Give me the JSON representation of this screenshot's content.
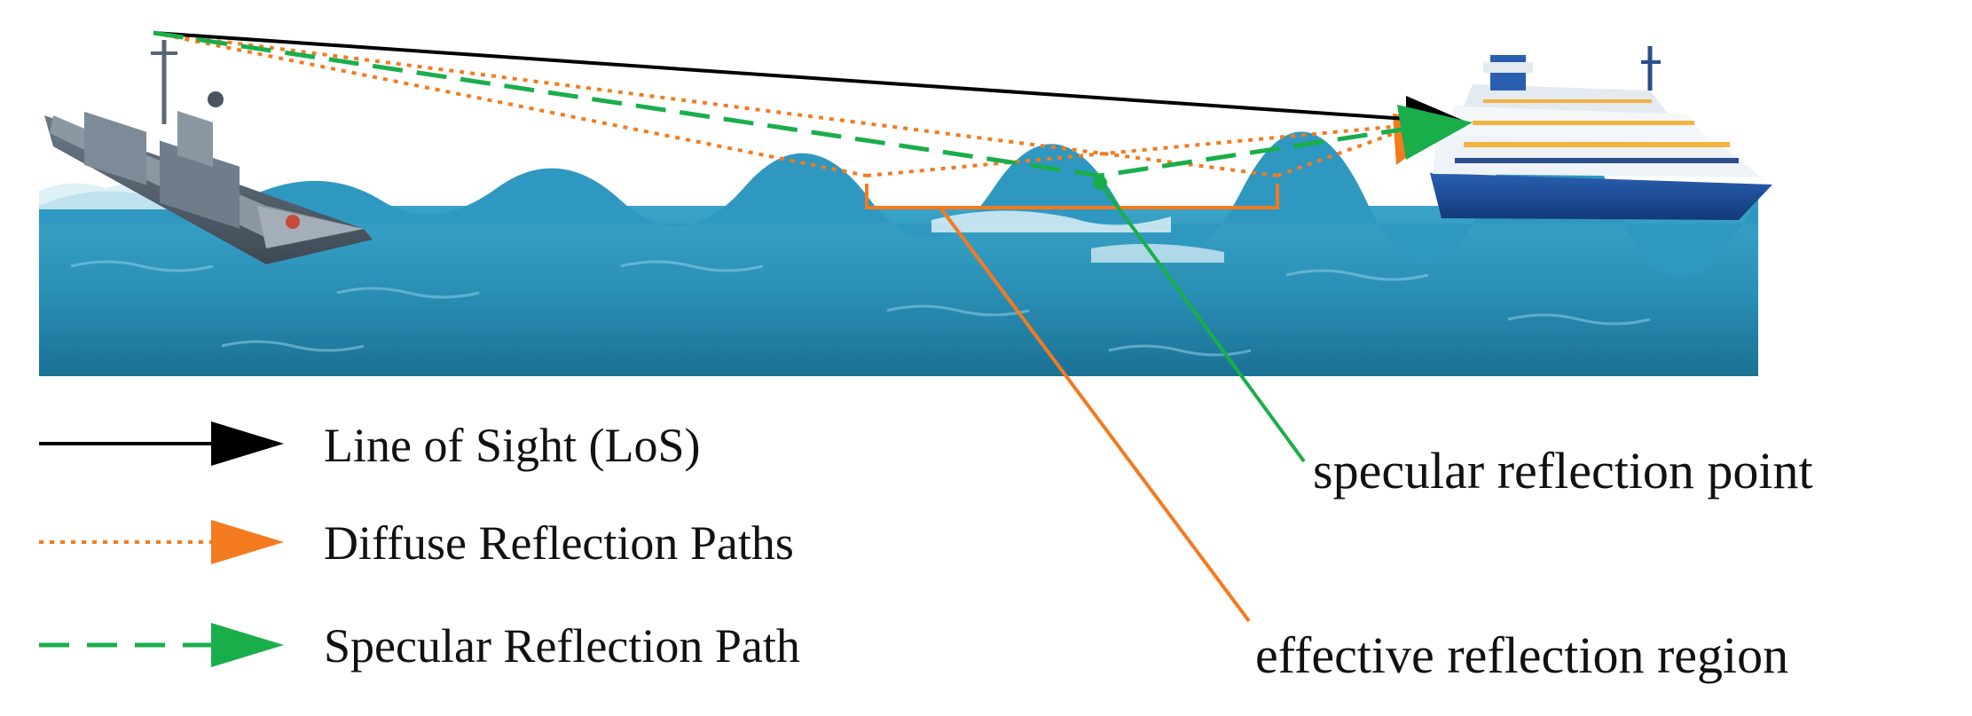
{
  "legend": {
    "los_label": "Line of Sight (LoS)",
    "diffuse_label": "Diffuse Reflection Paths",
    "specular_label": "Specular Reflection Path"
  },
  "annotations": {
    "specular_point_label": "specular reflection point",
    "effective_region_label": "effective reflection region"
  },
  "colors": {
    "los": "#000000",
    "diffuse": "#f47a20",
    "specular": "#1aae4a",
    "sea_top": "#2a8fb5",
    "sea_bottom": "#17708f"
  },
  "icons": {
    "transmitter": "warship-icon",
    "receiver": "cruise-ship-icon"
  }
}
